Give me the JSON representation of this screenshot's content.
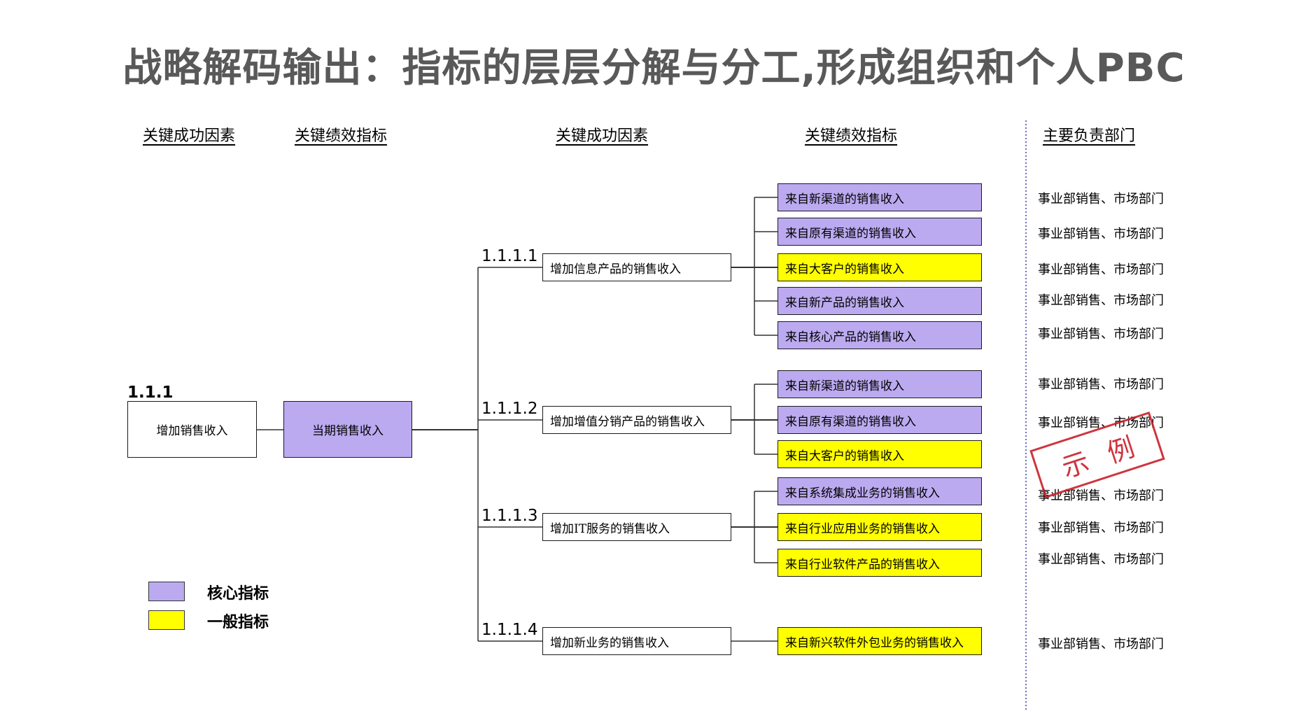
{
  "title": "战略解码输出：指标的层层分解与分工,形成组织和个人PBC",
  "column_headers": {
    "csf_level1": "关键成功因素",
    "kpi_level1": "关键绩效指标",
    "csf_level2": "关键成功因素",
    "kpi_level2": "关键绩效指标",
    "department": "主要负责部门"
  },
  "root": {
    "number": "1.1.1",
    "csf": "增加销售收入",
    "kpi": "当期销售收入"
  },
  "groups": [
    {
      "number": "1.1.1.1",
      "csf": "增加信息产品的销售收入",
      "kpis": [
        {
          "label": "来自新渠道的销售收入",
          "type": "core",
          "dept": "事业部销售、市场部门"
        },
        {
          "label": "来自原有渠道的销售收入",
          "type": "general_core",
          "dept": "事业部销售、市场部门"
        },
        {
          "label": "来自大客户的销售收入",
          "type": "general",
          "dept": "事业部销售、市场部门"
        },
        {
          "label": "来自新产品的销售收入",
          "type": "core",
          "dept": "事业部销售、市场部门"
        },
        {
          "label": "来自核心产品的销售收入",
          "type": "core",
          "dept": "事业部销售、市场部门"
        }
      ]
    },
    {
      "number": "1.1.1.2",
      "csf": "增加增值分销产品的销售收入",
      "kpis": [
        {
          "label": "来自新渠道的销售收入",
          "type": "core",
          "dept": "事业部销售、市场部门"
        },
        {
          "label": "来自原有渠道的销售收入",
          "type": "core",
          "dept": "事业部销售、市场部门"
        },
        {
          "label": "来自大客户的销售收入",
          "type": "general",
          "dept": ""
        }
      ]
    },
    {
      "number": "1.1.1.3",
      "csf": "增加IT服务的销售收入",
      "kpis": [
        {
          "label": "来自系统集成业务的销售收入",
          "type": "core",
          "dept": "事业部销售、市场部门"
        },
        {
          "label": "来自行业应用业务的销售收入",
          "type": "general",
          "dept": "事业部销售、市场部门"
        },
        {
          "label": "来自行业软件产品的销售收入",
          "type": "general",
          "dept": "事业部销售、市场部门"
        }
      ]
    },
    {
      "number": "1.1.1.4",
      "csf": "增加新业务的销售收入",
      "kpis": [
        {
          "label": "来自新兴软件外包业务的销售收入",
          "type": "general",
          "dept": "事业部销售、市场部门"
        }
      ]
    }
  ],
  "legend": [
    {
      "label": "核心指标",
      "color": "#bcaaf0"
    },
    {
      "label": "一般指标",
      "color": "#ffff00"
    }
  ],
  "stamp": "示例",
  "colors": {
    "core": "#bcaaf0",
    "general": "#ffff00",
    "title": "#595959",
    "stamp": "#c9202a",
    "divider": "#3b3bb5"
  }
}
